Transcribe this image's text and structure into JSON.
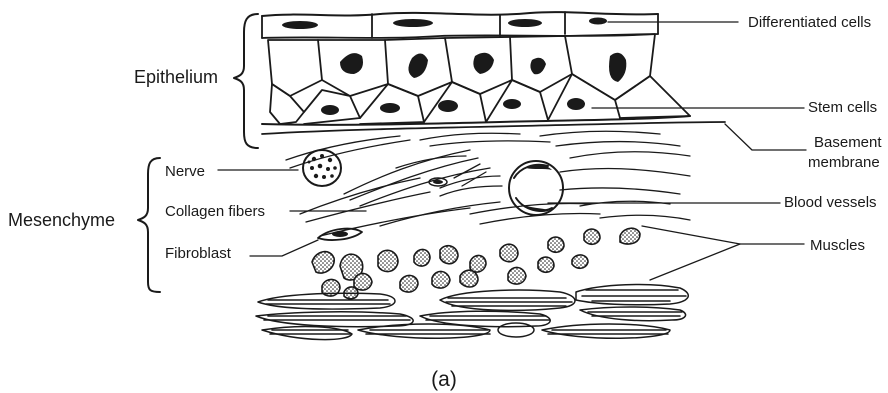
{
  "figure": {
    "caption": "(a)",
    "labels": {
      "epithelium": "Epithelium",
      "mesenchyme": "Mesenchyme",
      "differentiated_cells": "Differentiated cells",
      "stem_cells": "Stem cells",
      "basement_line1": "Basement",
      "basement_line2": "membrane",
      "nerve": "Nerve",
      "collagen_fibers": "Collagen fibers",
      "fibroblast": "Fibroblast",
      "blood_vessels": "Blood vessels",
      "muscles": "Muscles"
    }
  }
}
